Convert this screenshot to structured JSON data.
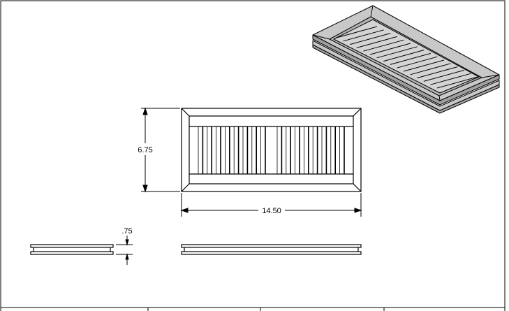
{
  "drawing": {
    "dimensions": {
      "height": "6.75",
      "width": "14.50",
      "thickness": ".75"
    },
    "colors": {
      "line": "#000000",
      "iso_face": "#c8c8c8",
      "iso_edge": "#a0a0a0"
    }
  }
}
